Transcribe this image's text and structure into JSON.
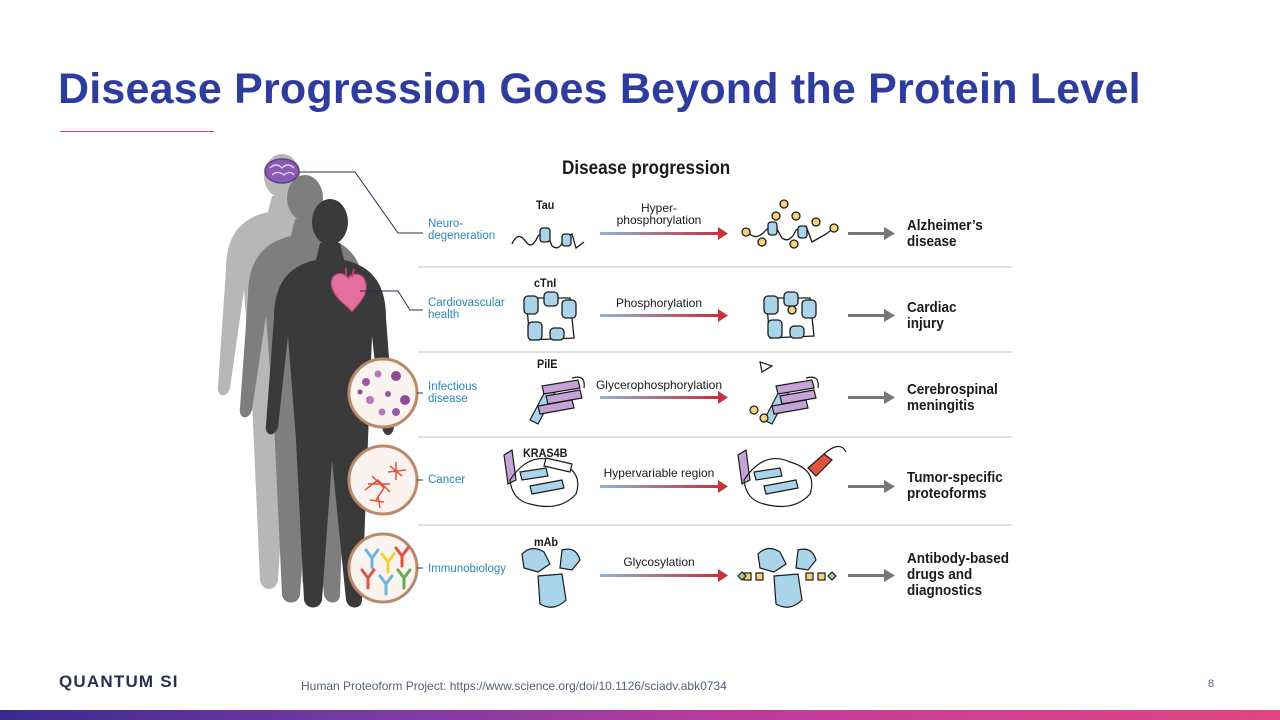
{
  "title": "Disease Progression Goes Beyond the Protein Level",
  "figure": {
    "heading": "Disease progression",
    "rows": [
      {
        "label_lines": [
          "Neuro-",
          "degeneration"
        ],
        "protein": "Tau",
        "process_lines": [
          "Hyper-",
          "phosphorylation"
        ],
        "outcome_lines": [
          "Alzheimer’s",
          "disease"
        ],
        "organ_icon": "brain-icon"
      },
      {
        "label_lines": [
          "Cardiovascular",
          "health"
        ],
        "protein": "cTnI",
        "process_lines": [
          "Phosphorylation"
        ],
        "outcome_lines": [
          "Cardiac",
          "injury"
        ],
        "organ_icon": "heart-icon"
      },
      {
        "label_lines": [
          "Infectious",
          "disease"
        ],
        "protein": "PilE",
        "process_lines": [
          "Glycerophosphorylation"
        ],
        "outcome_lines": [
          "Cerebrospinal",
          "meningitis"
        ],
        "organ_icon": "bacteria-icon"
      },
      {
        "label_lines": [
          "Cancer"
        ],
        "protein": "KRAS4B",
        "process_lines": [
          "Hypervariable region"
        ],
        "outcome_lines": [
          "Tumor-specific",
          "proteoforms"
        ],
        "organ_icon": "cancer-cells-icon"
      },
      {
        "label_lines": [
          "Immunobiology"
        ],
        "protein": "mAb",
        "process_lines": [
          "Glycosylation"
        ],
        "outcome_lines": [
          "Antibody-based",
          "drugs and",
          "diagnostics"
        ],
        "organ_icon": "antibodies-icon"
      }
    ]
  },
  "footer": {
    "logo_text": "QUANTUM SI",
    "citation": "Human Proteoform Project: https://www.science.org/doi/10.1126/sciadv.abk0734",
    "page_number": "8"
  },
  "colors": {
    "title": "#2e3c9e",
    "row_label": "#2a86b8",
    "protein_fill": "#a9d4ea",
    "modification": "#f2d27a",
    "arrow_start": "#8fb3d6",
    "arrow_end": "#c8323c",
    "silhouette_light": "#b7b7b7",
    "silhouette_mid": "#7e7e7e",
    "silhouette_dark": "#3a3a3a"
  }
}
